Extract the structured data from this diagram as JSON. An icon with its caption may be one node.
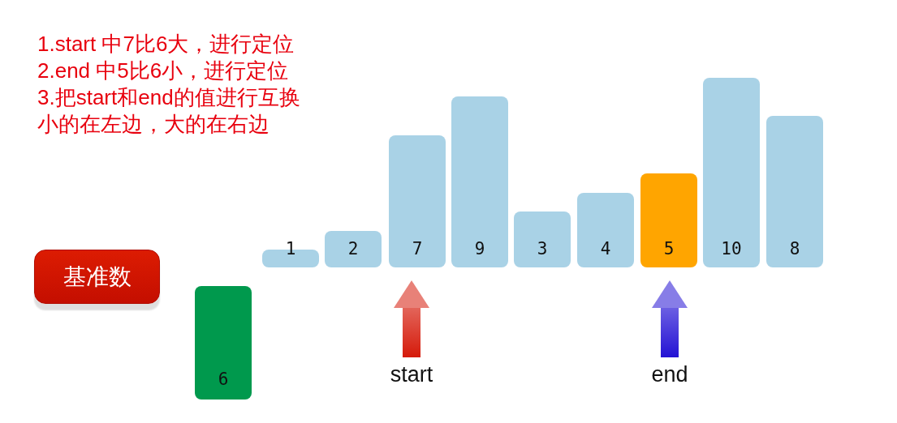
{
  "diagram": {
    "nodes": [
      {
        "text": [
          "1"
        ]
      },
      {
        "text": [
          "2"
        ]
      },
      {
        "text": [
          "7"
        ]
      },
      {
        "text": [
          "9"
        ]
      },
      {
        "text": [
          "3"
        ]
      },
      {
        "text": [
          "4"
        ]
      },
      {
        "text": [
          "5"
        ]
      },
      {
        "text": [
          "10"
        ]
      },
      {
        "text": [
          "8"
        ]
      },
      {
        "text": [
          "基准数"
        ]
      },
      {
        "text": [
          "6"
        ]
      },
      {
        "text": [
          "start"
        ]
      },
      {
        "text": [
          "end"
        ]
      }
    ],
    "edges": [
      {
        "from": 11,
        "to": 2,
        "arrow": "to",
        "style": "thick",
        "color": "#d51a0a"
      },
      {
        "from": 12,
        "to": 6,
        "arrow": "to",
        "style": "thick",
        "color": "#2412d4"
      }
    ],
    "labels": [
      "1.start 中7比6大，进行定位",
      "2.end 中5比6小，进行定位",
      "3.把start和end的值进行互换小的在左边，大的在右边"
    ]
  }
}
